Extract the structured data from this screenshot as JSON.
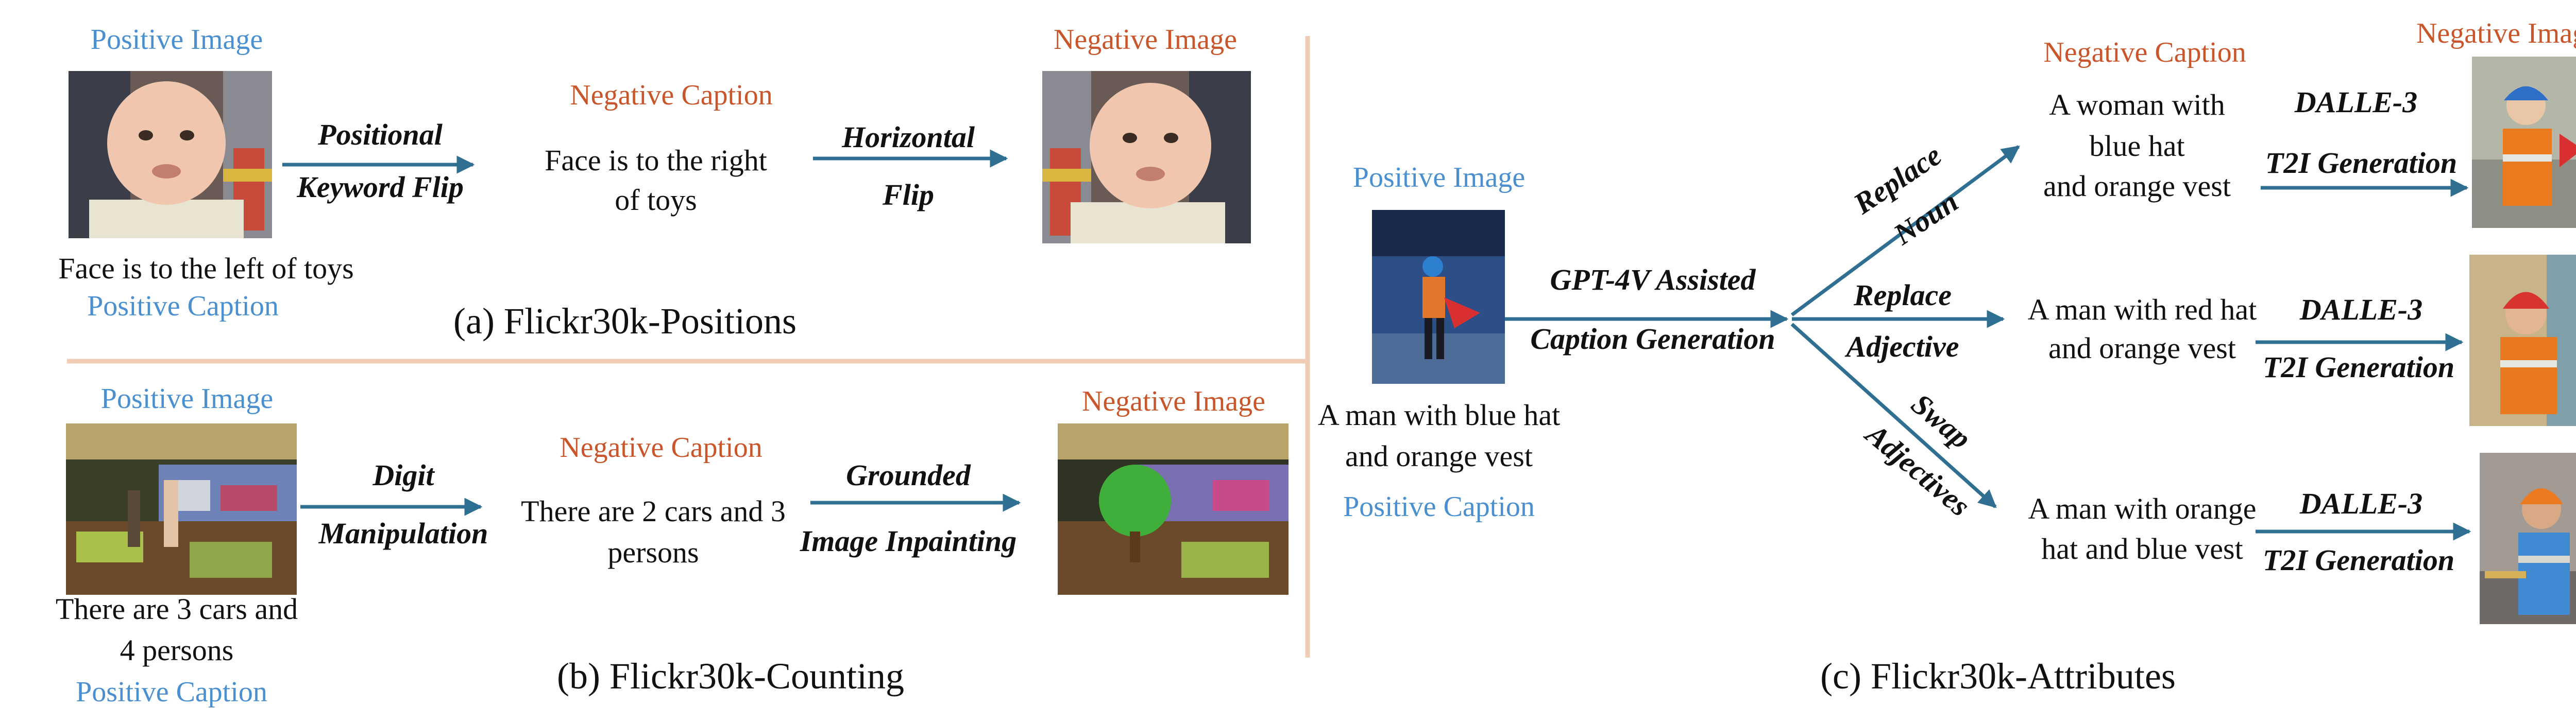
{
  "panel_a": {
    "title": "(a) Flickr30k-Positions",
    "positive_image_label": "Positive Image",
    "positive_caption_text": "Face is to the left of toys",
    "positive_caption_label": "Positive Caption",
    "op1_line1": "Positional",
    "op1_line2": "Keyword Flip",
    "negative_caption_label": "Negative Caption",
    "negative_caption_line1": "Face is to the right",
    "negative_caption_line2": "of toys",
    "op2_line1": "Horizontal",
    "op2_line2": "Flip",
    "negative_image_label": "Negative Image"
  },
  "panel_b": {
    "title": "(b) Flickr30k-Counting",
    "positive_image_label": "Positive Image",
    "positive_caption_line1": "There are 3 cars and",
    "positive_caption_line2": "4 persons",
    "positive_caption_label": "Positive Caption",
    "op1_line1": "Digit",
    "op1_line2": "Manipulation",
    "negative_caption_label": "Negative Caption",
    "negative_caption_line1": "There are 2 cars and 3",
    "negative_caption_line2": "persons",
    "op2_line1": "Grounded",
    "op2_line2": "Image Inpainting",
    "negative_image_label": "Negative Image"
  },
  "panel_c": {
    "title": "(c) Flickr30k-Attributes",
    "positive_image_label": "Positive Image",
    "positive_caption_line1": "A man with blue hat",
    "positive_caption_line2": "and orange vest",
    "positive_caption_label": "Positive Caption",
    "gen_line1": "GPT-4V Assisted",
    "gen_line2": "Caption Generation",
    "negative_caption_label": "Negative Caption",
    "negative_image_label": "Negative Image",
    "branches": [
      {
        "op_line1": "Replace",
        "op_line2": "Noun",
        "caption_lines": [
          "A woman with",
          "blue hat",
          "and orange vest"
        ],
        "t2i_line1": "DALLE-3",
        "t2i_line2": "T2I Generation"
      },
      {
        "op_line1": "Replace",
        "op_line2": "Adjective",
        "caption_lines": [
          "A man with red hat",
          "and orange vest"
        ],
        "t2i_line1": "DALLE-3",
        "t2i_line2": "T2I Generation"
      },
      {
        "op_line1": "Swap",
        "op_line2": "Adjectives",
        "caption_lines": [
          "A man with orange",
          "hat and blue vest"
        ],
        "t2i_line1": "DALLE-3",
        "t2i_line2": "T2I Generation"
      }
    ]
  },
  "colors": {
    "positive_label": "#4a90d0",
    "negative_label": "#c9562a",
    "arrow": "#2f6f91",
    "divider": "#f2cdb6"
  }
}
